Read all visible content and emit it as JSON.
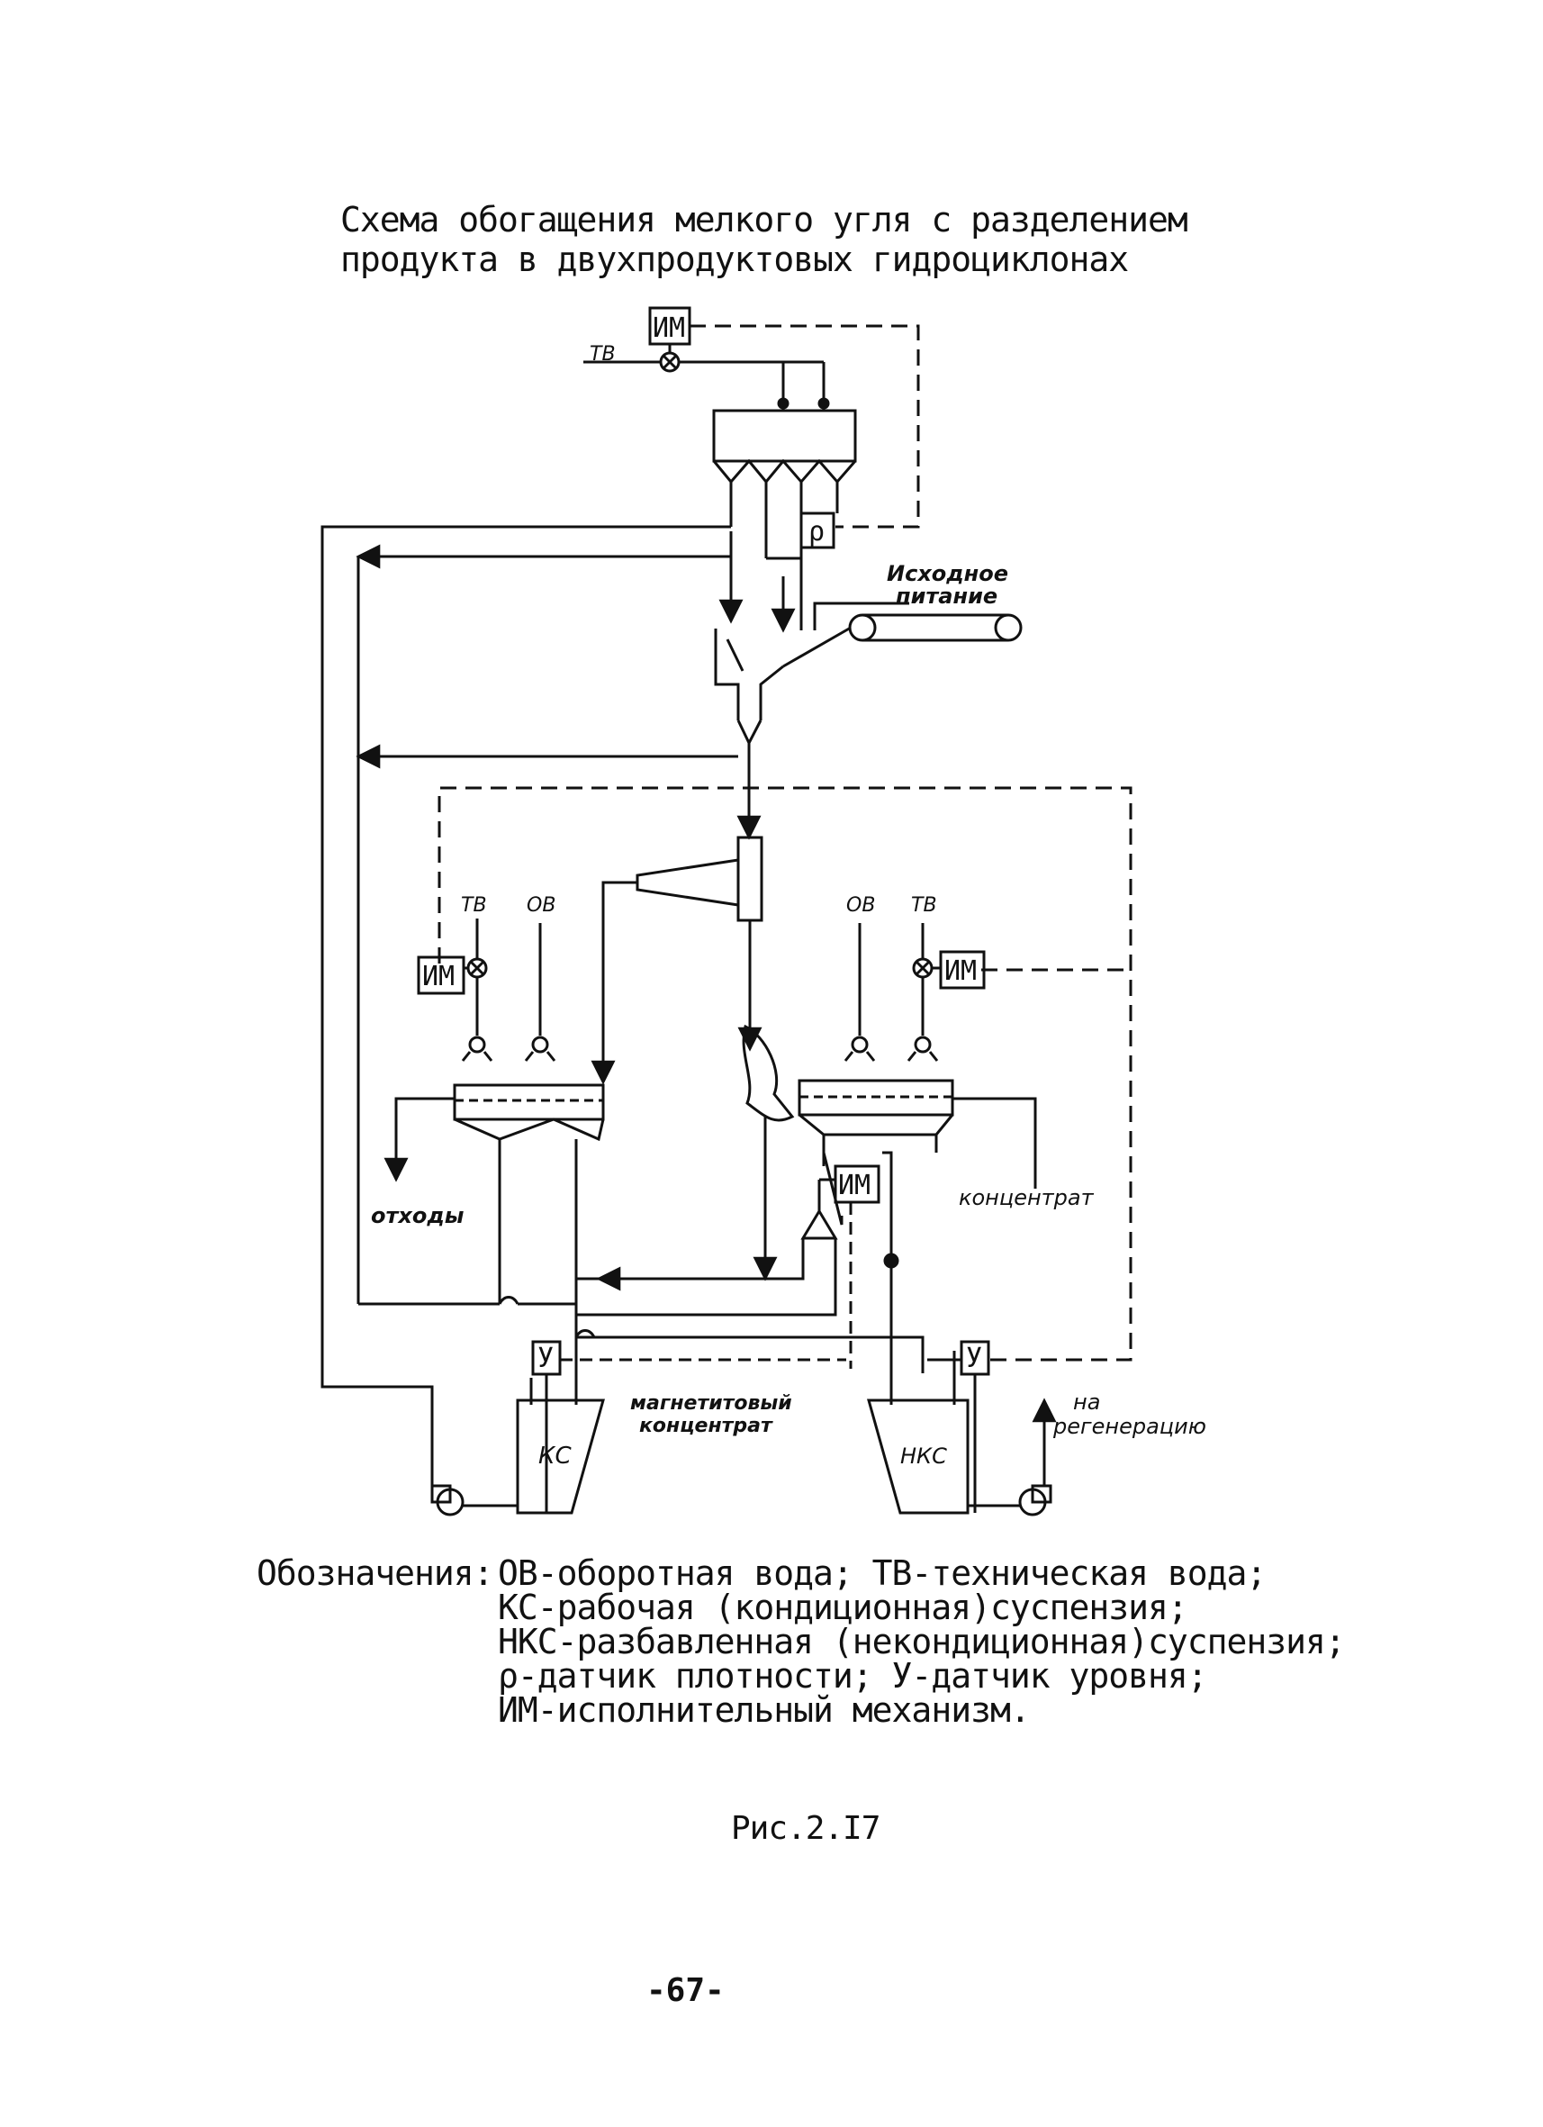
{
  "title": {
    "line1": "Схема обогащения мелкого угля с разделением",
    "line2": "продукта в двухпродуктовых гидроциклонах"
  },
  "diagram": {
    "labels": {
      "tv_top": "ТВ",
      "im": "ИМ",
      "rho": "ρ",
      "feed_line1": "Исходное",
      "feed_line2": "питание",
      "tv_left": "ТВ",
      "ov_left": "ОВ",
      "ov_right": "ОВ",
      "tv_right": "ТВ",
      "waste": "отходы",
      "concentrate": "концентрат",
      "level": "У",
      "magnetite_line1": "магнетитовый",
      "magnetite_line2": "концентрат",
      "ks": "КС",
      "nks": "НКС",
      "regen_line1": "на",
      "regen_line2": "регенерацию"
    }
  },
  "legend": {
    "label": "Обозначения:",
    "lines": [
      "ОВ-оборотная вода; ТВ-техническая вода;",
      "КС-рабочая (кондиционная)суспензия;",
      "НКС-разбавленная (некондиционная)суспензия;",
      "ρ-датчик плотности; У-датчик уровня;",
      "ИМ-исполнительный механизм."
    ]
  },
  "caption": "Рис.2.I7",
  "page_number": "-67-"
}
